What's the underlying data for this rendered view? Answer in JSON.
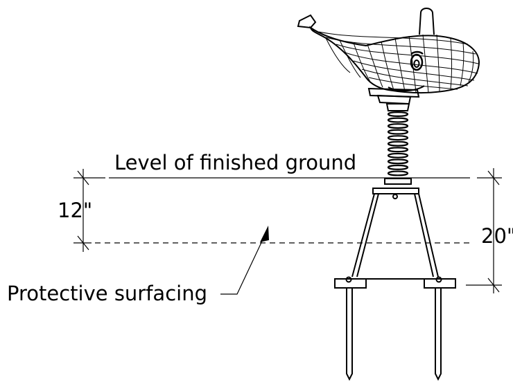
{
  "labels": {
    "ground_level": "Level of finished ground",
    "surfacing_depth": "12\"",
    "anchor_depth": "20\"",
    "protective_surfacing": "Protective surfacing"
  }
}
